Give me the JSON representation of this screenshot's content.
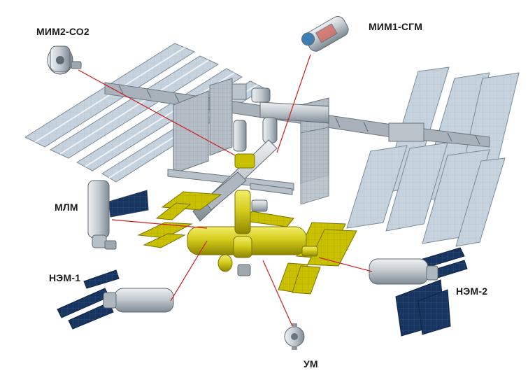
{
  "labels": {
    "mim2": "МИМ2-СО2",
    "mim1": "МИМ1-СГМ",
    "mlm": "МЛМ",
    "nem1": "НЭМ-1",
    "nem2": "НЭМ-2",
    "um": "УМ"
  },
  "colors": {
    "us_solar_panel": "#c6d3df",
    "russian_module": "#c9d0d6",
    "truss": "#9ea8b1",
    "new_segment_yellow": "#c8c000",
    "nem_solar_panel": "#17345f",
    "pointer_line": "#cc1e1e",
    "label_text": "#1a1a1a"
  }
}
